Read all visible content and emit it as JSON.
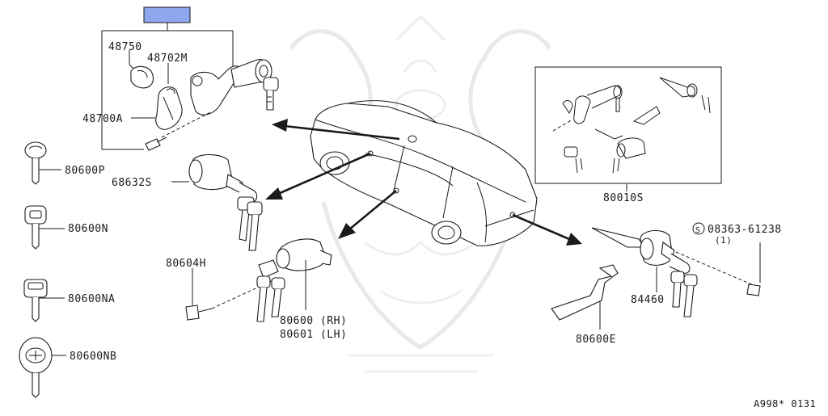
{
  "colors": {
    "line": "#1a1a1a",
    "highlight_box": "#8ea6ee",
    "watermark": "#e9e9e9",
    "background": "#ffffff"
  },
  "labels": {
    "p48750": "48750",
    "p48702m": "48702M",
    "p48700a": "48700A",
    "p80600p": "80600P",
    "p68632s": "68632S",
    "p80600n": "80600N",
    "p80604h": "80604H",
    "p80600na": "80600NA",
    "p80600nb": "80600NB",
    "p80600rh": "80600 (RH)",
    "p80601lh": "80601 (LH)",
    "p80010s": "80010S",
    "p84460": "84460",
    "p80600e": "80600E",
    "p08363_symbol": "S",
    "p08363": "08363-61238",
    "p08363_qty": "(1)",
    "diagram_code": "A998* 0131"
  },
  "icons": {
    "car": "sedan-car-outline",
    "watermark": "samurai-helmet-emblem"
  }
}
